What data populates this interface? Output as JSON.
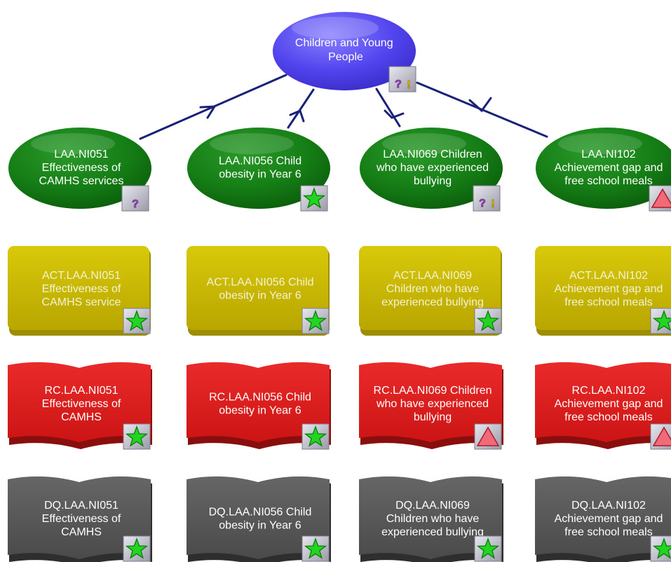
{
  "root": {
    "lines": [
      "Children and Young",
      "People"
    ],
    "status": "question-warning"
  },
  "columns": [
    {
      "goal": {
        "lines": [
          "LAA.NI051",
          "Effectiveness of",
          "CAMHS services"
        ],
        "status": "question"
      },
      "action": {
        "lines": [
          "ACT.LAA.NI051",
          "Effectiveness of",
          "CAMHS service"
        ],
        "status": "star"
      },
      "record": {
        "lines": [
          "RC.LAA.NI051",
          "Effectiveness of",
          "CAMHS"
        ],
        "status": "star"
      },
      "dq": {
        "lines": [
          "DQ.LAA.NI051",
          "Effectiveness of",
          "CAMHS"
        ],
        "status": "star"
      }
    },
    {
      "goal": {
        "lines": [
          "LAA.NI056 Child",
          "obesity in Year 6"
        ],
        "status": "star"
      },
      "action": {
        "lines": [
          "ACT.LAA.NI056 Child",
          "obesity in Year 6"
        ],
        "status": "star"
      },
      "record": {
        "lines": [
          "RC.LAA.NI056 Child",
          "obesity in Year 6"
        ],
        "status": "star"
      },
      "dq": {
        "lines": [
          "DQ.LAA.NI056 Child",
          "obesity in Year 6"
        ],
        "status": "star"
      }
    },
    {
      "goal": {
        "lines": [
          "LAA.NI069 Children",
          "who have experienced",
          "bullying"
        ],
        "status": "question-warning"
      },
      "action": {
        "lines": [
          "ACT.LAA.NI069",
          "Children who have",
          "experienced bullying"
        ],
        "status": "star"
      },
      "record": {
        "lines": [
          "RC.LAA.NI069 Children",
          "who have experienced",
          "bullying"
        ],
        "status": "triangle"
      },
      "dq": {
        "lines": [
          "DQ.LAA.NI069",
          "Children who have",
          "experienced bullying"
        ],
        "status": "star"
      }
    },
    {
      "goal": {
        "lines": [
          "LAA.NI102",
          "Achievement gap and",
          "free school meals"
        ],
        "status": "triangle"
      },
      "action": {
        "lines": [
          "ACT.LAA.NI102",
          "Achievement gap and",
          "free school meals"
        ],
        "status": "star"
      },
      "record": {
        "lines": [
          "RC.LAA.NI102",
          "Achievement gap and",
          "free school meals"
        ],
        "status": "triangle"
      },
      "dq": {
        "lines": [
          "DQ.LAA.NI102",
          "Achievement gap and",
          "free school meals"
        ],
        "status": "star"
      }
    }
  ],
  "colors": {
    "root": "#5b4df0",
    "goal": "#137a13",
    "action": "#c9b800",
    "record": "#e02020",
    "dq": "#5a5a5a",
    "connector": "#1a2277"
  }
}
